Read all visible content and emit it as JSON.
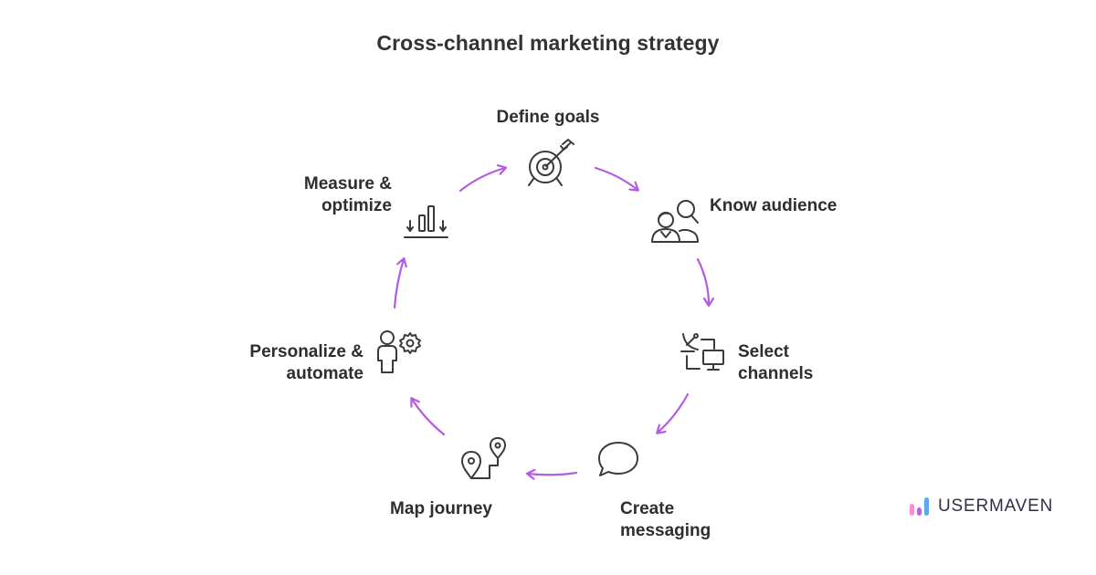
{
  "title": "Cross-channel marketing strategy",
  "steps": [
    {
      "id": "define-goals",
      "line1": "Define goals",
      "line2": "",
      "icon": "target-icon"
    },
    {
      "id": "know-audience",
      "line1": "Know audience",
      "line2": "",
      "icon": "people-search-icon"
    },
    {
      "id": "select-channels",
      "line1": "Select",
      "line2": "channels",
      "icon": "satellite-monitor-icon"
    },
    {
      "id": "create-messaging",
      "line1": "Create",
      "line2": "messaging",
      "icon": "speech-bubble-icon"
    },
    {
      "id": "map-journey",
      "line1": "Map journey",
      "line2": "",
      "icon": "map-pins-route-icon"
    },
    {
      "id": "personalize-automate",
      "line1": "Personalize &",
      "line2": "automate",
      "icon": "person-gear-icon"
    },
    {
      "id": "measure-optimize",
      "line1": "Measure &",
      "line2": "optimize",
      "icon": "bar-chart-icon"
    }
  ],
  "brand": {
    "name": "USERMAVEN",
    "colors": [
      "#f58fd1",
      "#b06ae6",
      "#5aa9f0"
    ]
  },
  "colors": {
    "arrow": "#b35ce0",
    "text": "#2e2e2e",
    "icon": "#3a3a3a"
  }
}
